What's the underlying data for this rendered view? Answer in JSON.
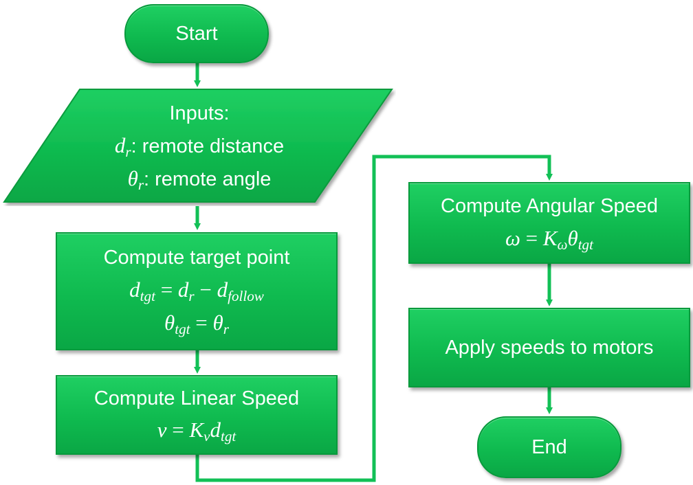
{
  "colors": {
    "fill": "#12c056",
    "border": "#079a3c",
    "connector": "#12c056",
    "text": "#ffffff"
  },
  "start": {
    "label": "Start"
  },
  "inputs": {
    "heading": "Inputs:",
    "dr_symbol": "d",
    "dr_sub": "r",
    "dr_desc": ": remote distance",
    "theta_symbol": "θ",
    "theta_sub": "r",
    "theta_desc": ": remote angle"
  },
  "target": {
    "heading": "Compute target point",
    "eq1_lhs": "d",
    "eq1_lhs_sub": "tgt",
    "eq1_op": " = ",
    "eq1_a": "d",
    "eq1_a_sub": "r",
    "eq1_minus": " − ",
    "eq1_b": "d",
    "eq1_b_sub": "follow",
    "eq2_lhs": "θ",
    "eq2_lhs_sub": "tgt",
    "eq2_op": " = ",
    "eq2_rhs": "θ",
    "eq2_rhs_sub": "r"
  },
  "linear": {
    "heading": "Compute Linear Speed",
    "lhs": "v",
    "op": " = ",
    "k": "K",
    "k_sub": "v",
    "d": "d",
    "d_sub": "tgt"
  },
  "angular": {
    "heading": "Compute Angular Speed",
    "lhs": "ω",
    "op": " = ",
    "k": "K",
    "k_sub": "ω",
    "theta": "θ",
    "theta_sub": "tgt"
  },
  "apply": {
    "label": "Apply speeds to motors"
  },
  "end": {
    "label": "End"
  }
}
